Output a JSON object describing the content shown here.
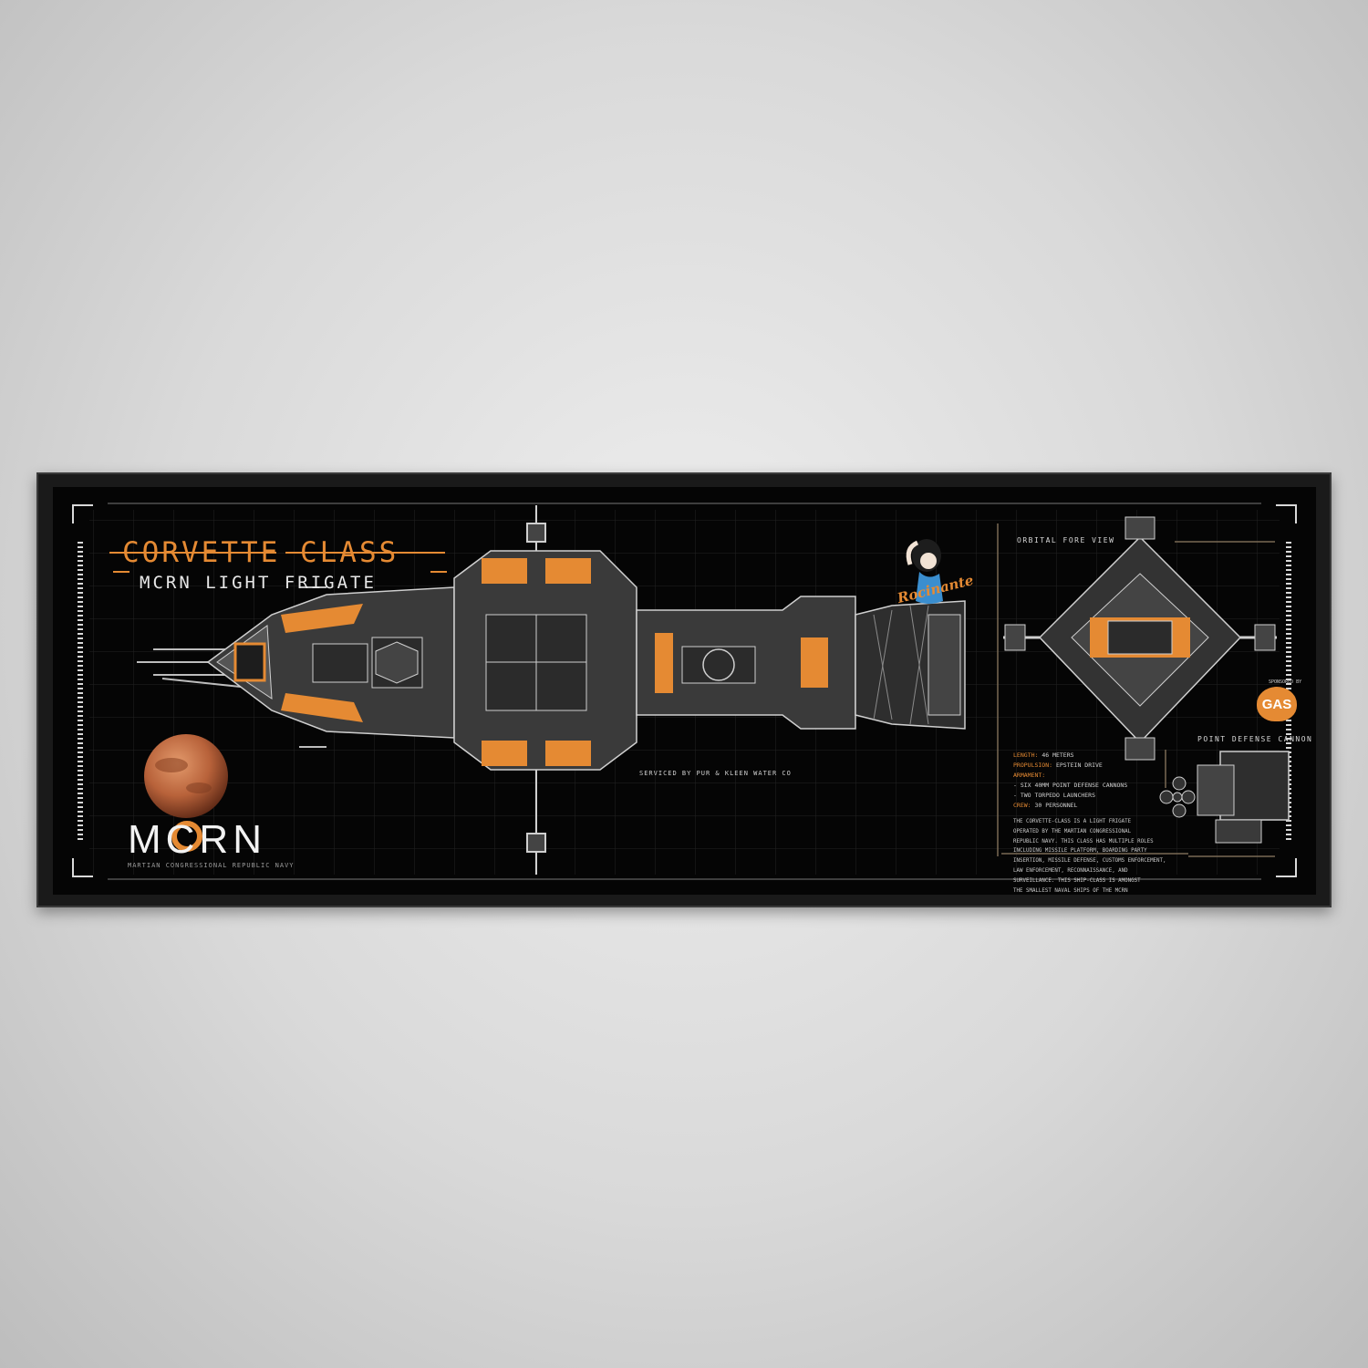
{
  "poster": {
    "title": "CORVETTE CLASS",
    "subtitle": "MCRN LIGHT FRIGATE",
    "logo": "MCRN",
    "logo_sub": "MARTIAN CONGRESSIONAL REPUBLIC NAVY",
    "serviced_by": "SERVICED BY PUR & KLEEN WATER CO",
    "orbital_label": "ORBITAL FORE VIEW",
    "pdc_label": "POINT DEFENSE CANNON",
    "sponsored_by": "SPONSORED BY",
    "sponsor_logo": "GAS",
    "ship_name": "Rocinante",
    "specs": {
      "length_key": "LENGTH:",
      "length_val": "46 METERS",
      "propulsion_key": "PROPULSION:",
      "propulsion_val": "EPSTEIN DRIVE",
      "armament_key": "ARMAMENT:",
      "armament_1": "- SIX 40MM POINT DEFENSE CANNONS",
      "armament_2": "- TWO TORPEDO LAUNCHERS",
      "crew_key": "CREW:",
      "crew_val": "30 PERSONNEL"
    },
    "description": [
      "THE CORVETTE-CLASS IS A LIGHT FRIGATE",
      "OPERATED BY THE MARTIAN CONGRESSIONAL",
      "REPUBLIC NAVY. THIS CLASS HAS MULTIPLE ROLES",
      "INCLUDING MISSILE PLATFORM, BOARDING PARTY",
      "INSERTION, MISSILE DEFENSE, CUSTOMS ENFORCEMENT,",
      "LAW ENFORCEMENT, RECONNAISSANCE, AND",
      "SURVEILLANCE. THIS SHIP-CLASS IS AMONGST",
      "THE SMALLEST NAVAL SHIPS OF THE MCRN"
    ]
  },
  "colors": {
    "accent": "#e58a33",
    "background": "#050505",
    "hull_grey": "#555555",
    "line": "#bdbdbd"
  }
}
